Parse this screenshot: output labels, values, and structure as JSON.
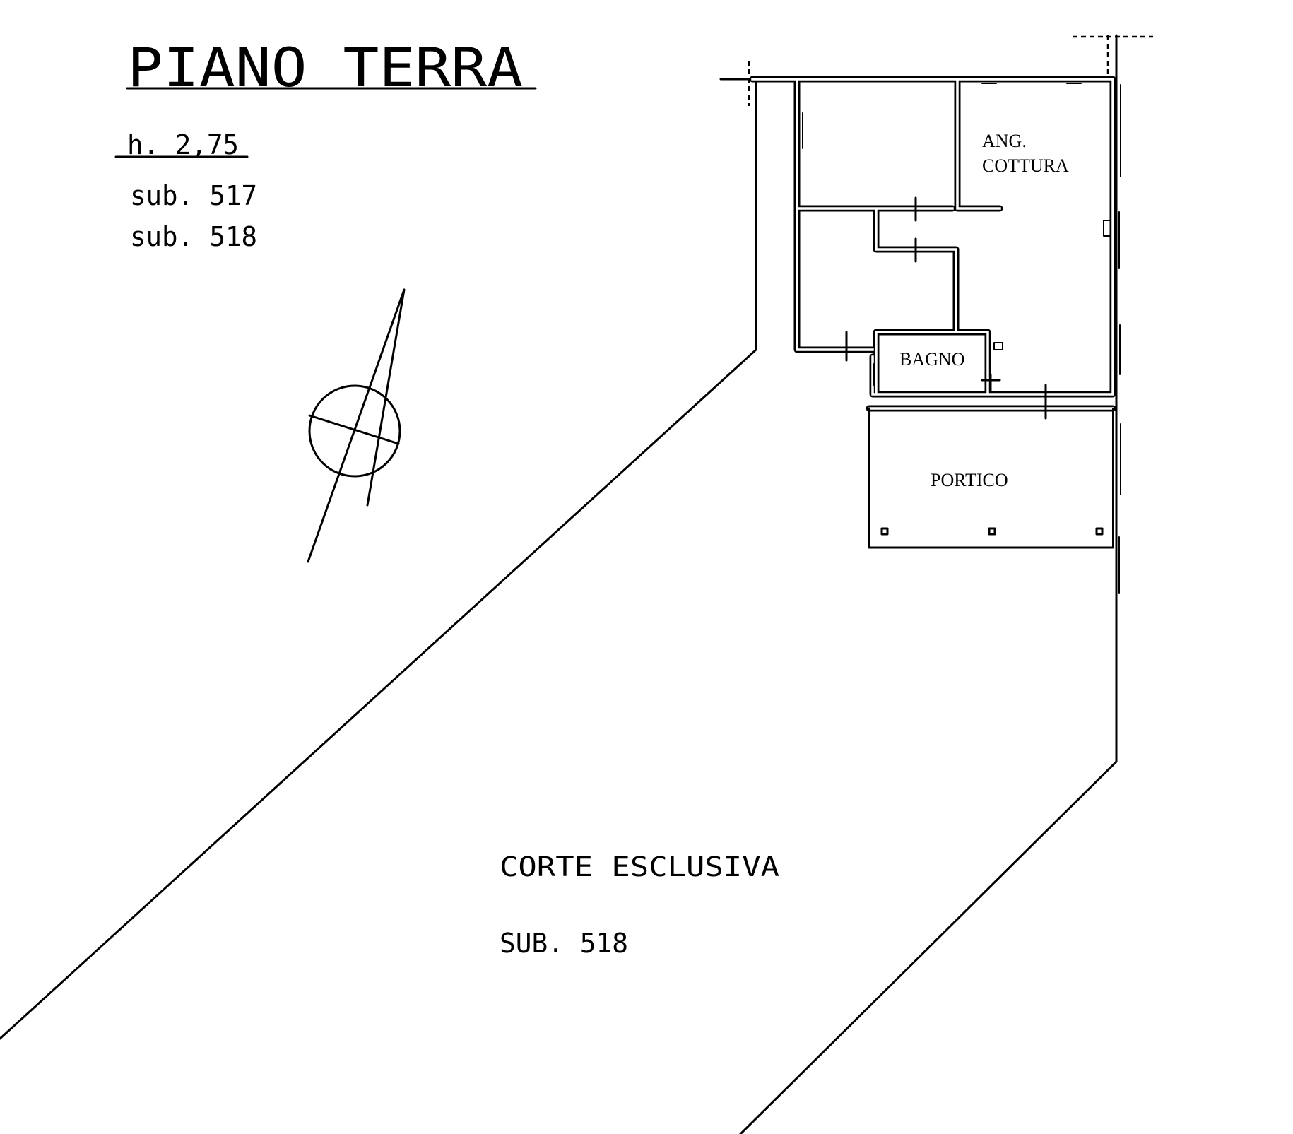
{
  "title": "PIANO TERRA",
  "height_label": "h. 2,75",
  "subs": [
    "sub. 517",
    "sub. 518"
  ],
  "rooms": {
    "angolo_cottura_line1": "ANG.",
    "angolo_cottura_line2": "COTTURA",
    "bagno": "BAGNO",
    "portico": "PORTICO"
  },
  "courtyard": {
    "label": "CORTE ESCLUSIVA",
    "sub": "SUB. 518"
  },
  "colors": {
    "ink": "#000000",
    "paper": "#ffffff"
  }
}
